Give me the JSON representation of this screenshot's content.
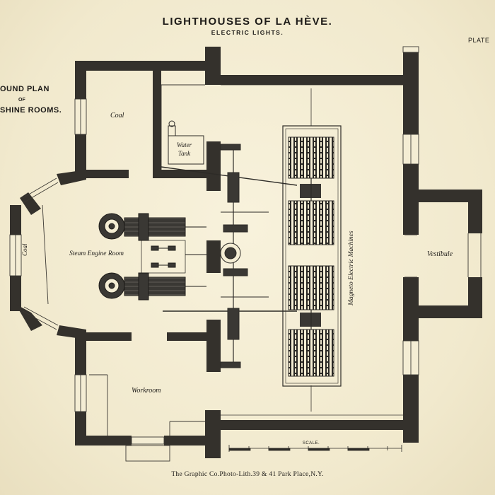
{
  "header": {
    "title": "LIGHTHOUSES OF LA HÈVE.",
    "subtitle": "ELECTRIC LIGHTS.",
    "plate": "PLATE"
  },
  "plan_title": {
    "line1": "OUND PLAN",
    "line2": "OF",
    "line3": "SHINE ROOMS."
  },
  "rooms": {
    "coal_top": "Coal",
    "water_tank_1": "Water",
    "water_tank_2": "Tank",
    "coal_left": "Coal",
    "steam_engine_room": "Steam Engine Room",
    "magneto_machines": "Magneto Electric Machines",
    "vestibule": "Vestibule",
    "workroom": "Workroom"
  },
  "scale": {
    "label": "SCALE."
  },
  "footer": {
    "credit": "The Graphic Co.Photo-Lith.39 & 41 Park Place,N.Y."
  }
}
